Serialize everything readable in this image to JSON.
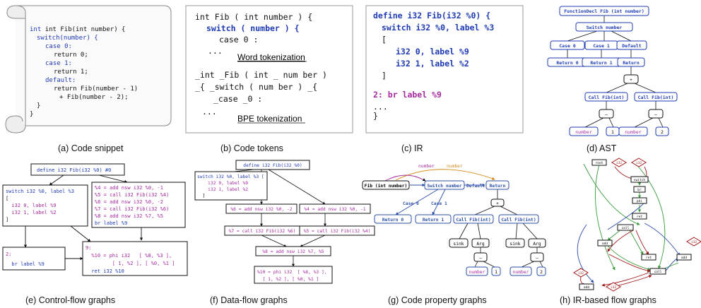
{
  "captions": {
    "a": "(a) Code snippet",
    "b": "(b) Code tokens",
    "c": "(c) IR",
    "d": "(d) AST",
    "e": "(e) Control-flow graphs",
    "f": "(f) Data-flow graphs",
    "g": "(g) Code property graphs",
    "h": "(h) IR-based flow graphs"
  },
  "snippet": {
    "l1": "int Fib(int number) {",
    "l2": "switch(number) {",
    "l3": "case 0:",
    "l4": "return 0;",
    "l5": "case 1:",
    "l6": "return 1;",
    "l7": "default:",
    "l8": "return Fib(number - 1)",
    "l9": "+ Fib(number - 2);",
    "l10": "}",
    "l11": "}"
  },
  "tokens": {
    "w1": "int Fib ( int number ) {",
    "w2": "switch ( number ) {",
    "w3": "case 0 :",
    "w4": "...",
    "word_label": "Word tokenization",
    "b1": "_int _Fib ( int _ num ber )",
    "b2": "_{ _switch ( num ber ) _{",
    "b3": "_case _0 :",
    "b4": "...",
    "bpe_label": "BPE tokenization"
  },
  "ir": {
    "l1": "define i32 Fib(i32 %0) {",
    "l2": "switch i32 %0, label %3",
    "l3": "[",
    "l4": "i32 0, label %9",
    "l5": "i32 1, label %2",
    "l6": "]",
    "l7": "2: br label %9",
    "l8": "...",
    "l9": "}"
  },
  "ast": {
    "root": "FunctionDecl Fib (int number)",
    "switch": "Switch number",
    "case0": "Case 0",
    "case1": "Case 1",
    "default": "Default",
    "ret0": "Return 0",
    "ret1": "Return 1",
    "ret": "Return",
    "plus": "+",
    "call1": "Call Fib(int)",
    "call2": "Call Fib(int)",
    "minus": "–",
    "number": "number",
    "one": "1",
    "two": "2"
  },
  "cfg": {
    "top": "define i32 Fib(i32 %0) #0",
    "b1": [
      "switch i32 %0, label %3",
      "[",
      "  i32 0, label %9",
      "  i32 1, label %2",
      "]"
    ],
    "b2": [
      "%4 = add nsw i32 %0, -1",
      "%5 = call i32 Fib(i32 %4)",
      "%6 = add nsw i32 %0, -2",
      "%7 = call i32 Fib(i32 %6)",
      "%8 = add nsw i32 %7, %5",
      "br label %9"
    ],
    "b3": [
      "2:",
      "  br label %9"
    ],
    "b4": [
      "9:",
      "  %10 = phi i32   [ %8, %3 ],",
      "         [ 1, %2 ], [ %0, %1 ]",
      "  ret i32 %10"
    ]
  },
  "dfg": {
    "top": "define i32 Fib(i32 %0)",
    "sw": [
      "switch i32 %0, label %3 [",
      "    i32 0, label %9",
      "    i32 1, label %2",
      "  ]"
    ],
    "a1": "%6 = add nsw i32 %0, -2",
    "a2": "%4 = add nsw i32 %0, -1",
    "c1": "%7 = call i32 Fib(i32 %6)",
    "c2": "%5 = call i32 Fib(i32 %4)",
    "add": "%8 = add nsw i32 %7, %5",
    "phi": [
      "%10 = phi i32  [ %8, %3 ],",
      "  [ 1, %2 ], [ %0, %1 ]"
    ]
  },
  "cpg": {
    "fib": "Fib (int number)",
    "switch": "Switch number",
    "default": "Default",
    "ret": "Return",
    "number_edge": "number",
    "case0": "Case 0",
    "case1": "Case 1",
    "ret0": "Return 0",
    "ret1": "Return 1",
    "plus": "+",
    "call1": "Call Fib(int)",
    "call2": "Call Fib(int)",
    "sink": "sink",
    "arg": "Arg",
    "minus": "–",
    "number": "number",
    "one": "1",
    "two": "2"
  },
  "irg": {
    "root": "root",
    "switch": "switch",
    "br": "br",
    "phi": "phi",
    "ret": "ret",
    "call": "call",
    "add": "add",
    "i32": "i32"
  },
  "colors": {
    "keyword": "#1f3bb3",
    "purple": "#a52a9e",
    "green": "#3a9a3a",
    "red": "#a01818",
    "orange": "#d68a1c",
    "blue": "#2c4fa8"
  }
}
